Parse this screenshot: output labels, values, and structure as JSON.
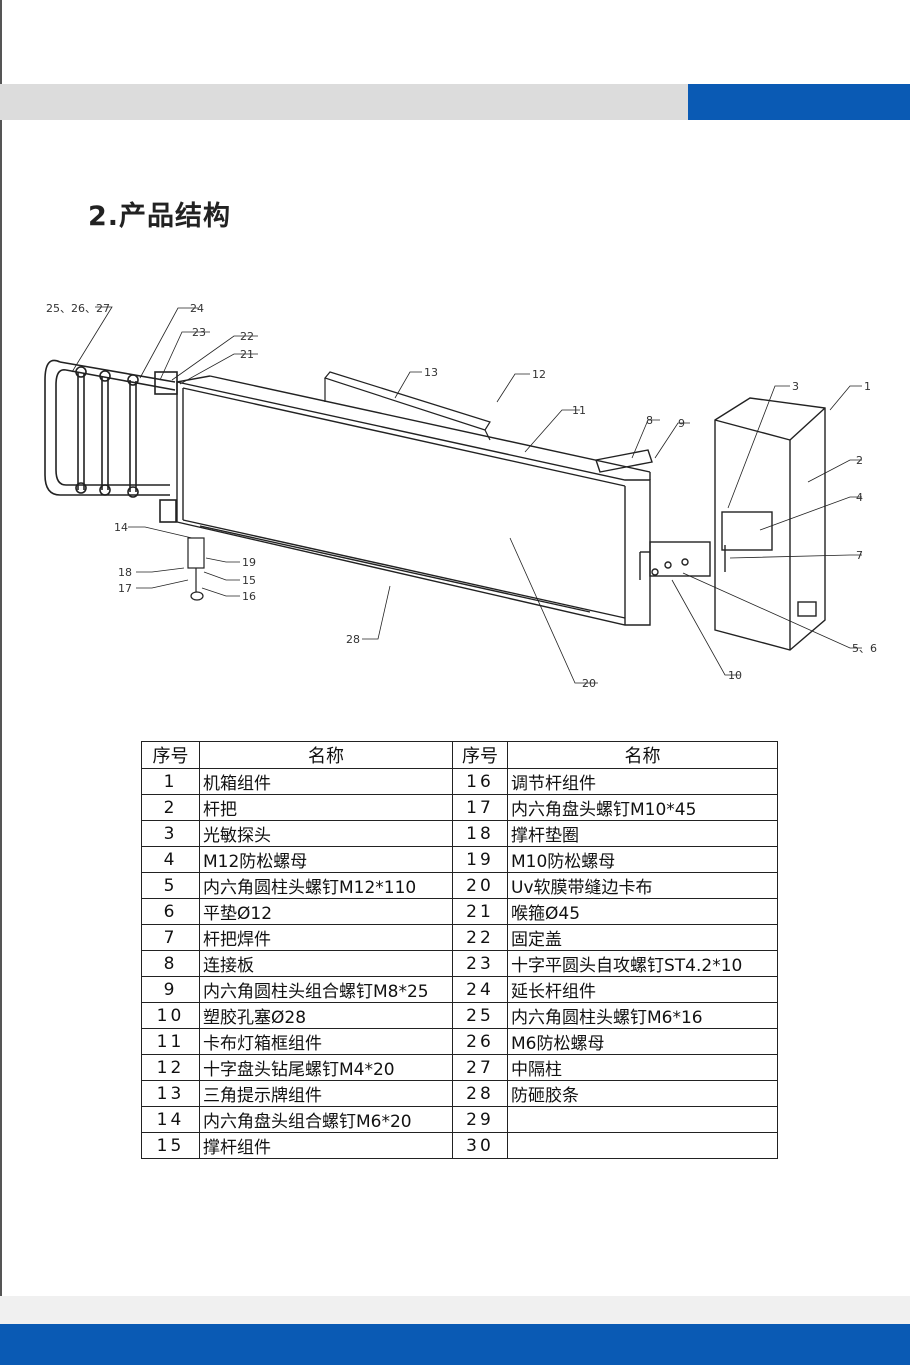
{
  "section_title": "2.产品结构",
  "callout_labels": [
    "25、26、27",
    "24",
    "23",
    "22",
    "21",
    "13",
    "12",
    "11",
    "8",
    "9",
    "3",
    "1",
    "2",
    "4",
    "7",
    "5、6",
    "10",
    "20",
    "14",
    "19",
    "18",
    "15",
    "17",
    "16",
    "28"
  ],
  "table": {
    "headers": [
      "序号",
      "名称",
      "序号",
      "名称"
    ],
    "rows": [
      {
        "no1": "1",
        "name1": "机箱组件",
        "no2": "16",
        "name2": "调节杆组件"
      },
      {
        "no1": "2",
        "name1": "杆把",
        "no2": "17",
        "name2": "内六角盘头螺钉M10*45"
      },
      {
        "no1": "3",
        "name1": "光敏探头",
        "no2": "18",
        "name2": "撑杆垫圈"
      },
      {
        "no1": "4",
        "name1": "M12防松螺母",
        "no2": "19",
        "name2": "M10防松螺母"
      },
      {
        "no1": "5",
        "name1": "内六角圆柱头螺钉M12*110",
        "no2": "20",
        "name2": "Uv软膜带缝边卡布"
      },
      {
        "no1": "6",
        "name1": "平垫Ø12",
        "no2": "21",
        "name2": "喉箍Ø45"
      },
      {
        "no1": "7",
        "name1": "杆把焊件",
        "no2": "22",
        "name2": "固定盖"
      },
      {
        "no1": "8",
        "name1": "连接板",
        "no2": "23",
        "name2": "十字平圆头自攻螺钉ST4.2*10"
      },
      {
        "no1": "9",
        "name1": "内六角圆柱头组合螺钉M8*25",
        "no2": "24",
        "name2": "延长杆组件"
      },
      {
        "no1": "10",
        "name1": "塑胶孔塞Ø28",
        "no2": "25",
        "name2": "内六角圆柱头螺钉M6*16"
      },
      {
        "no1": "11",
        "name1": "卡布灯箱框组件",
        "no2": "26",
        "name2": "M6防松螺母"
      },
      {
        "no1": "12",
        "name1": "十字盘头钻尾螺钉M4*20",
        "no2": "27",
        "name2": "中隔柱"
      },
      {
        "no1": "13",
        "name1": "三角提示牌组件",
        "no2": "28",
        "name2": "防砸胶条"
      },
      {
        "no1": "14",
        "name1": "内六角盘头组合螺钉M6*20",
        "no2": "29",
        "name2": ""
      },
      {
        "no1": "15",
        "name1": "撑杆组件",
        "no2": "30",
        "name2": ""
      }
    ]
  },
  "colors": {
    "accent_blue": "#0a5ab4",
    "band_gray": "#dcdcdc"
  }
}
